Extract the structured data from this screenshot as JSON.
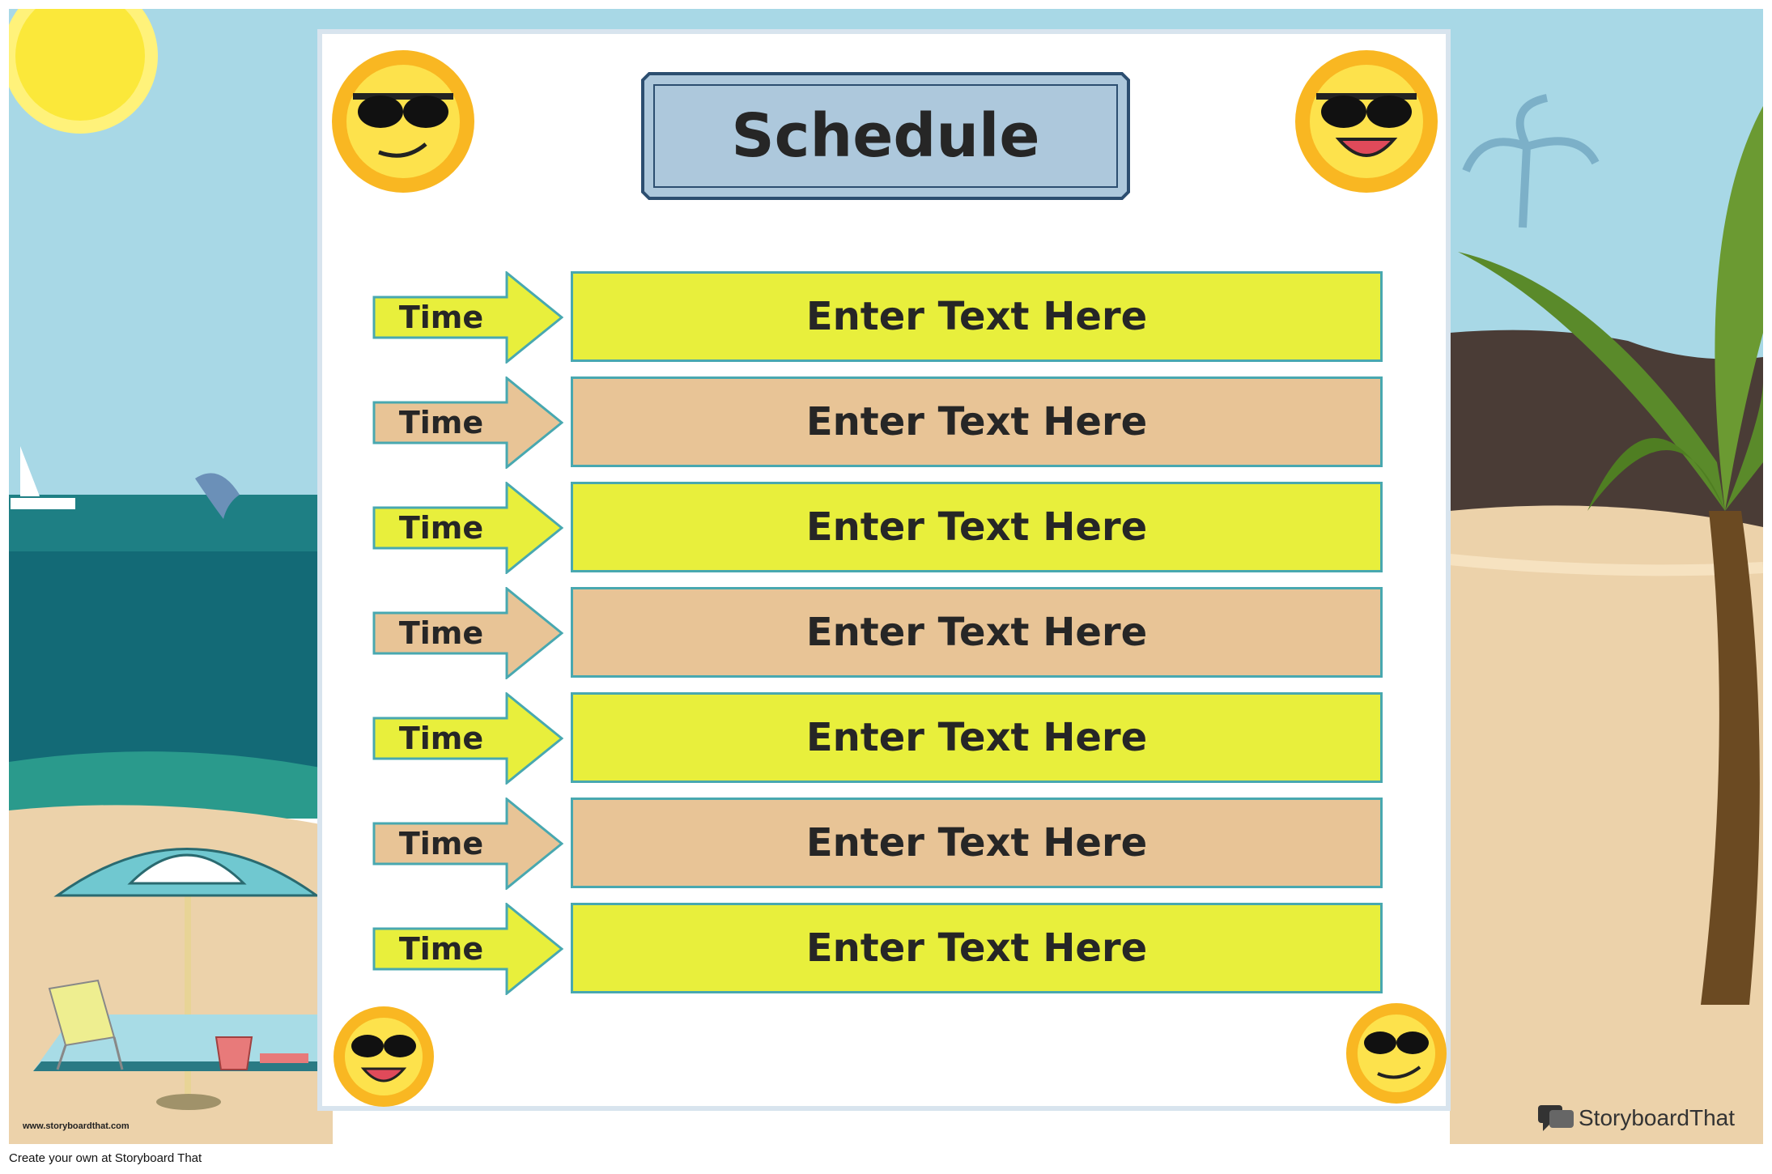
{
  "poster": {
    "title": "Schedule",
    "rows": [
      {
        "time": "Time",
        "text": "Enter Text Here",
        "color": "yellow"
      },
      {
        "time": "Time",
        "text": "Enter Text Here",
        "color": "tan"
      },
      {
        "time": "Time",
        "text": "Enter Text Here",
        "color": "yellow"
      },
      {
        "time": "Time",
        "text": "Enter Text Here",
        "color": "tan"
      },
      {
        "time": "Time",
        "text": "Enter Text Here",
        "color": "yellow"
      },
      {
        "time": "Time",
        "text": "Enter Text Here",
        "color": "tan"
      },
      {
        "time": "Time",
        "text": "Enter Text Here",
        "color": "yellow"
      }
    ]
  },
  "branding": {
    "logo_text": "StoryboardThat",
    "url": "www.storyboardthat.com",
    "footer": "Create your own at Storyboard That"
  },
  "colors": {
    "yellow": "#e8ef3c",
    "tan": "#e8c496",
    "title_bg": "#adc8dc",
    "sky": "#a8d8e6",
    "sea": "#136a76",
    "sand": "#ecd2aa"
  },
  "icons": [
    "sun-icon",
    "sunglasses-sun-face-icon",
    "sailboat-icon",
    "dolphin-icon",
    "palm-tree-icon",
    "beach-umbrella-icon",
    "beach-chair-icon",
    "bucket-icon",
    "storyboardthat-logo-icon"
  ]
}
